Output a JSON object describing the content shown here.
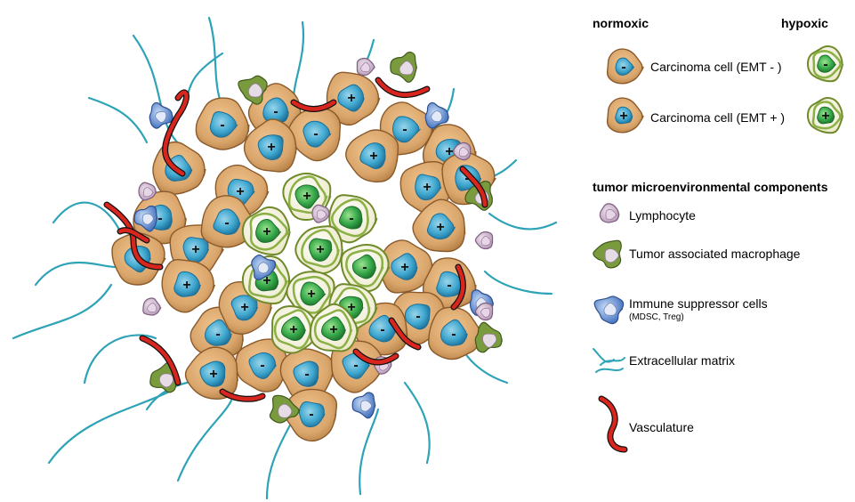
{
  "legend": {
    "normoxic_label": "normoxic",
    "hypoxic_label": "hypoxic",
    "emt_neg_label": "Carcinoma cell (EMT - )",
    "emt_pos_label": "Carcinoma cell (EMT + )",
    "section_title": "tumor microenvironmental components",
    "lymphocyte_label": "Lymphocyte",
    "macrophage_label": "Tumor associated macrophage",
    "immune_label": "Immune suppressor cells",
    "immune_sub_label": "(MDSC, Treg)",
    "ecm_label": "Extracellular matrix",
    "vasculature_label": "Vasculature"
  },
  "colors": {
    "carcinoma_body": "#d9a56b",
    "carcinoma_nucleus": "#3fa7cf",
    "hypoxic_body": "#f3f0dc",
    "hypoxic_nucleus": "#35a84a",
    "lymphocyte": "#c9b3c9",
    "macrophage": "#7a9a3e",
    "immune_suppressor": "#4f7fc8",
    "ecm_fiber": "#2ea3b7",
    "vasculature": "#d8261f"
  }
}
